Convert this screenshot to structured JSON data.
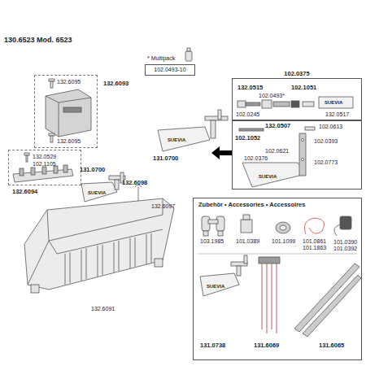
{
  "diagram": {
    "title": "130.6523 Mod. 6523",
    "nodes": [
      {
        "text": [
          "* Multipack",
          "102.0493-10"
        ]
      },
      {
        "text": [
          "102.0375"
        ]
      },
      {
        "text": [
          "102.1052"
        ]
      },
      {
        "text": [
          "Zubehör • Accessories • Accessoires"
        ]
      },
      {
        "text": [
          "132.6093"
        ]
      },
      {
        "text": [
          "132.6094"
        ]
      }
    ],
    "labels": [
      "132.6095",
      "132.6095",
      "132.0529",
      "102.1105",
      "131.0700",
      "SUEVIA",
      "132.6098",
      "132.6097",
      "132.6091",
      "SUEVIA",
      "131.0700",
      "132.0515",
      "102.1051",
      "102.0493*",
      "102.0245",
      "132.0517",
      "132.0507",
      "102.0613",
      "102.0621",
      "102.0393",
      "102.0376",
      "102.0773",
      "SUEVIA",
      "103.1985",
      "101.0389",
      "101.1099",
      "101.0861",
      "101.1863",
      "101.0390",
      "101.0392",
      "SUEVIA",
      "131.0738",
      "131.6069",
      "131.6065",
      "SUEVIA"
    ]
  }
}
